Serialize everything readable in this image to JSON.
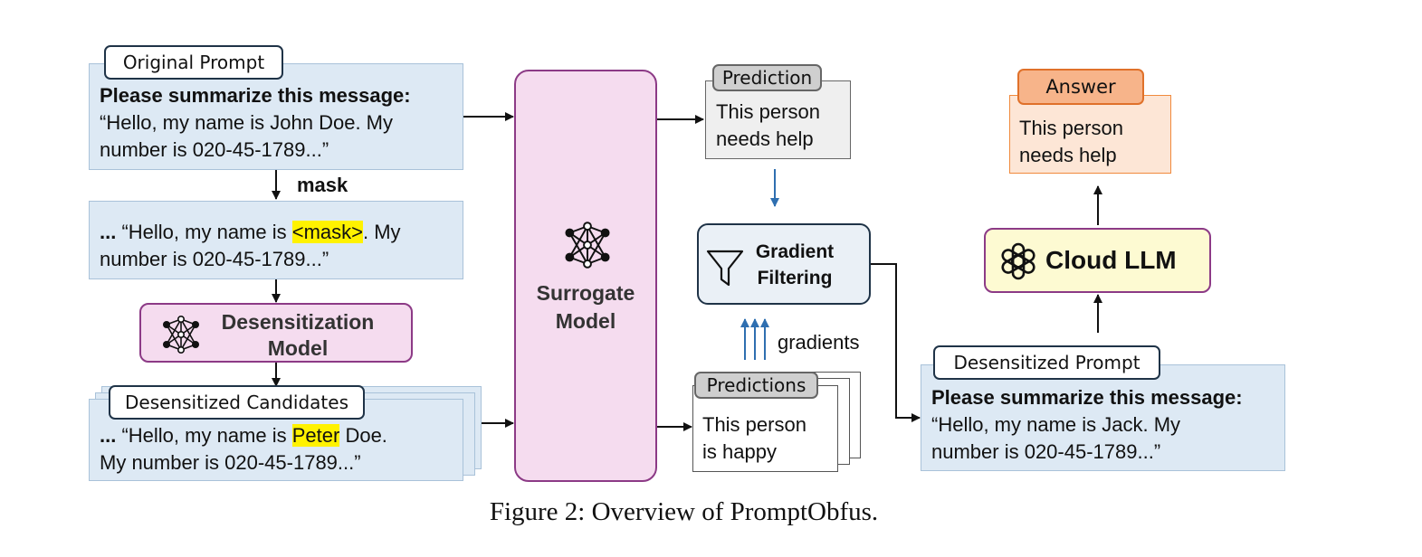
{
  "original_prompt": {
    "tag": "Original Prompt",
    "instruction": "Please summarize this message:",
    "line1": "“Hello, my name is John Doe. My",
    "line2": "number is 020-45-1789...”"
  },
  "mask_label": "mask",
  "masked": {
    "ellipsis": "...",
    "pre": " “Hello, my name is ",
    "mask_token": "<mask>",
    "post": ". My",
    "line2": "number is 020-45-1789...”"
  },
  "desensitization_model": {
    "line1": "Desensitization",
    "line2": "Model"
  },
  "candidates": {
    "tag": "Desensitized Candidates",
    "ellipsis": "...",
    "pre": " “Hello, my name is ",
    "highlight": "Peter",
    "post": " Doe.",
    "line2": "My number is 020-45-1789...”"
  },
  "surrogate_model": {
    "line1": "Surrogate",
    "line2": "Model"
  },
  "prediction": {
    "tag": "Prediction",
    "line1": "This person",
    "line2": "needs help"
  },
  "gradient_filtering": {
    "line1": "Gradient",
    "line2": "Filtering"
  },
  "gradients_label": "gradients",
  "predictions": {
    "tag": "Predictions",
    "line1": "This person",
    "line2": "is happy"
  },
  "answer": {
    "tag": "Answer",
    "line1": "This person",
    "line2": "needs help"
  },
  "cloud_llm": {
    "label": "Cloud LLM"
  },
  "desensitized_prompt": {
    "tag": "Desensitized Prompt",
    "instruction": "Please summarize this message:",
    "line1": "“Hello, my name is Jack. My",
    "line2": "number is 020-45-1789...”"
  },
  "caption": "Figure 2: Overview of PromptObfus.",
  "colors": {
    "blue_box": "#dde9f4",
    "pink_model": "#f5dcef",
    "purple_border": "#8c3a86",
    "answer_bg": "#fde6d6",
    "answer_border": "#f08a3d",
    "cloud_bg": "#fdfad2",
    "gradient_arrow": "#2f6fb0",
    "highlight": "#fff200"
  },
  "icons": [
    "neural-network-icon",
    "funnel-icon",
    "openai-logo-icon"
  ]
}
